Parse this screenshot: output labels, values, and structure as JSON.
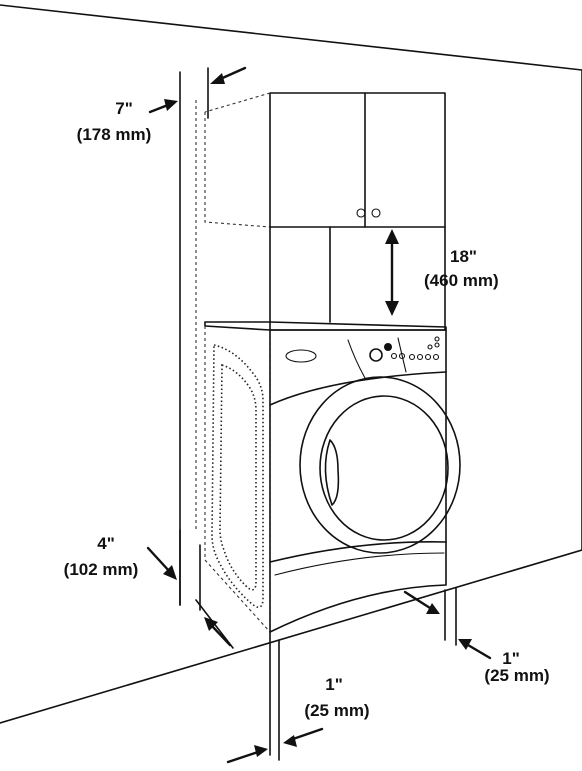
{
  "dimensions": [
    {
      "id": "side_top",
      "value": "7\"",
      "metric": "(178 mm)"
    },
    {
      "id": "top_clearance",
      "value": "18\"",
      "metric": "(460 mm)"
    },
    {
      "id": "side_bottom",
      "value": "4\"",
      "metric": "(102 mm)"
    },
    {
      "id": "rear",
      "value": "1\"",
      "metric": "(25 mm)"
    },
    {
      "id": "front",
      "value": "1\"",
      "metric": "(25 mm)"
    }
  ],
  "colors": {
    "ink": "#111111",
    "background": "#ffffff"
  }
}
